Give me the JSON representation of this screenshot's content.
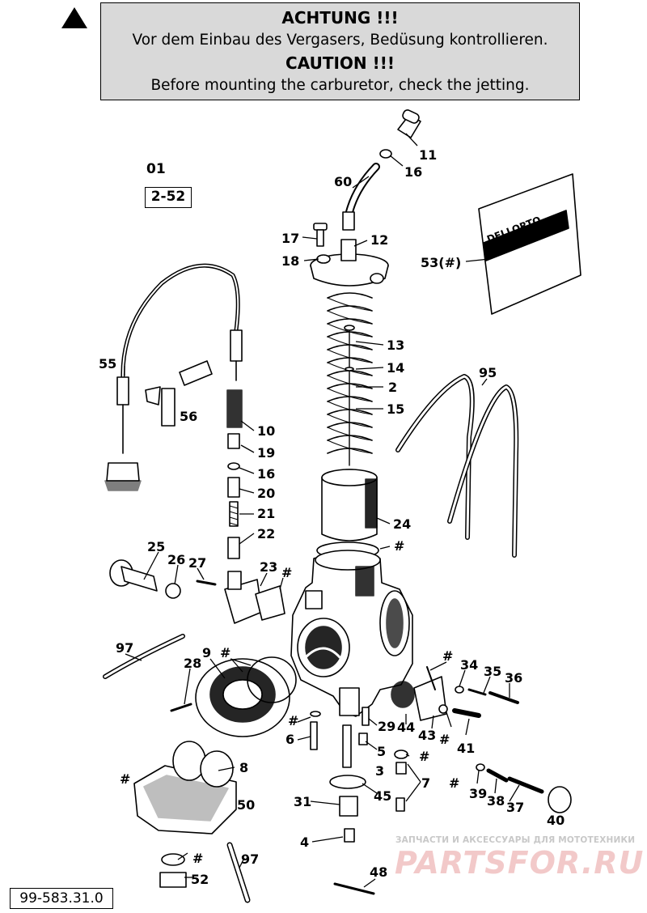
{
  "caution": {
    "title_de": "ACHTUNG !!!",
    "text_de": "Vor dem Einbau des Vergasers, Bedüsung kontrollieren.",
    "title_en": "CAUTION !!!",
    "text_en": "Before mounting the carburetor, check the jetting."
  },
  "reference": {
    "top": "01",
    "box": "2-52"
  },
  "package_label": "DELLORTO",
  "part_labels": {
    "p11": "11",
    "p16a": "16",
    "p60": "60",
    "p17": "17",
    "p12": "12",
    "p18": "18",
    "p53": "53(#)",
    "p13": "13",
    "p14": "14",
    "p2": "2",
    "p15": "15",
    "p95": "95",
    "p55": "55",
    "p56": "56",
    "p10": "10",
    "p19": "19",
    "p16b": "16",
    "p20": "20",
    "p21": "21",
    "p22": "22",
    "p24": "24",
    "h1": "#",
    "p25": "25",
    "p26": "26",
    "p27": "27",
    "p23": "23",
    "h2": "#",
    "p97a": "97",
    "p9": "9",
    "h3": "#",
    "p28": "28",
    "h4": "#",
    "p34": "34",
    "p35": "35",
    "p36": "36",
    "h5": "#",
    "p6": "6",
    "p29": "29",
    "p44": "44",
    "p43": "43",
    "h6": "#",
    "p41": "41",
    "p5": "5",
    "h7": "#",
    "p8": "8",
    "h8": "#",
    "p3": "3",
    "p7": "7",
    "h9": "#",
    "p39": "39",
    "p38": "38",
    "p37": "37",
    "p40": "40",
    "p50": "50",
    "p31": "31",
    "p45": "45",
    "p4": "4",
    "h10": "#",
    "p52": "52",
    "p97b": "97",
    "p48": "48"
  },
  "doc_number": "99-583.31.0",
  "watermark": {
    "line1": "ЗАПЧАСТИ И АКСЕССУАРЫ ДЛЯ МОТОТЕХНИКИ",
    "line2": "PARTSFOR.RU"
  }
}
